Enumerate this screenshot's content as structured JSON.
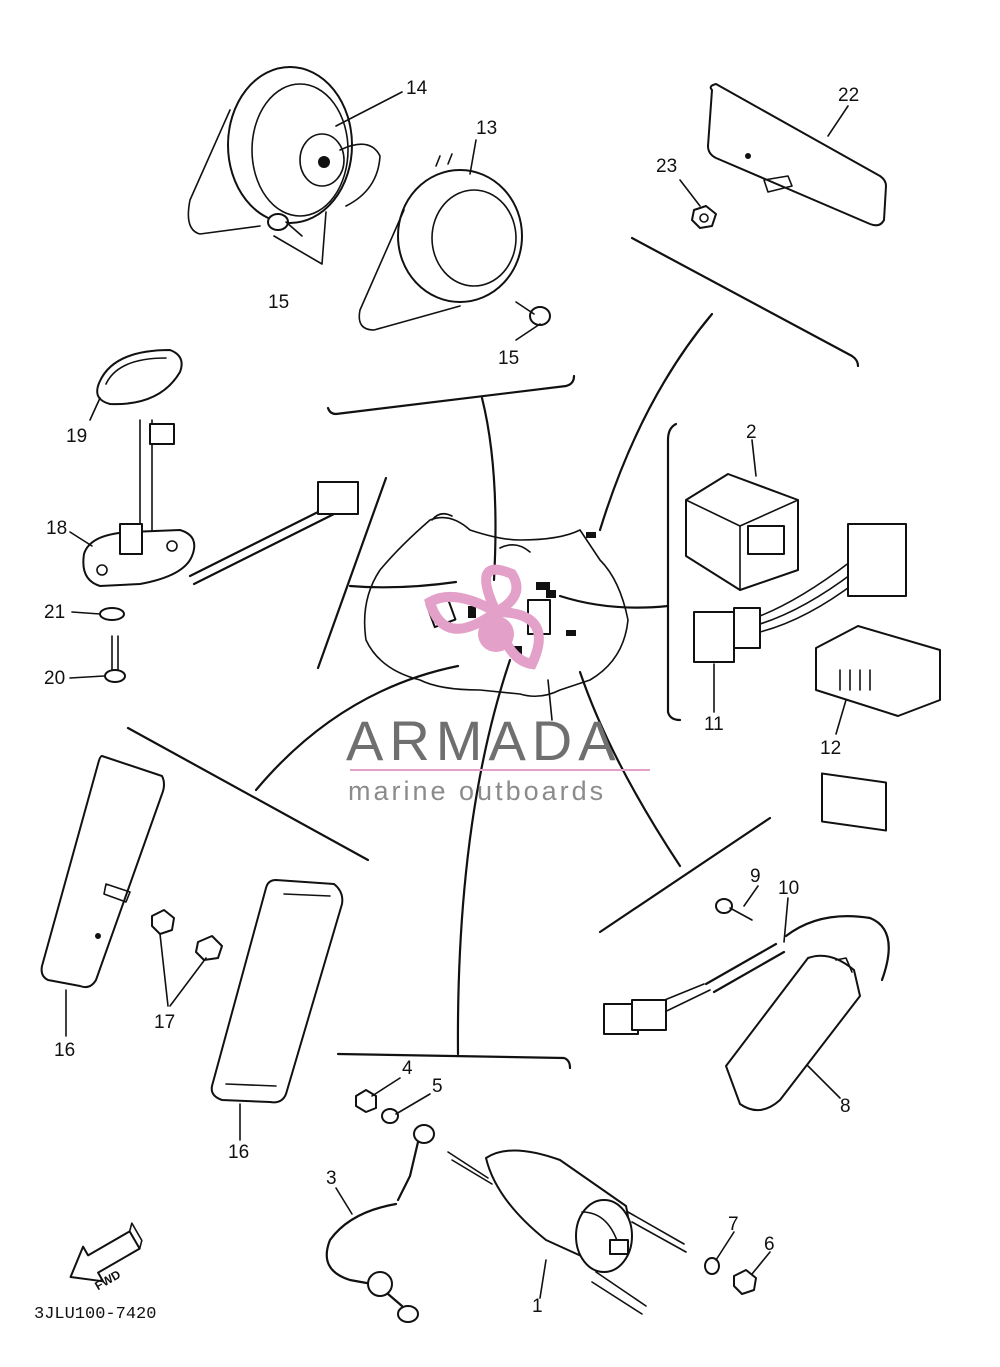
{
  "callouts": {
    "p1": "1",
    "p2": "2",
    "p3": "3",
    "p4": "4",
    "p5": "5",
    "p6": "6",
    "p7": "7",
    "p8": "8",
    "p9": "9",
    "p10": "10",
    "p11": "11",
    "p12": "12",
    "p13": "13",
    "p14": "14",
    "p15a": "15",
    "p15b": "15",
    "p16a": "16",
    "p16b": "16",
    "p17": "17",
    "p18": "18",
    "p19": "19",
    "p20": "20",
    "p21": "21",
    "p22": "22",
    "p23": "23"
  },
  "fwd_label": "FWD",
  "diagram_code": "3JLU100-7420",
  "watermark": {
    "title": "ARMADA",
    "subtitle": "marine outboards"
  },
  "colors": {
    "line": "#111111",
    "watermark_pink": "#e3a0c8",
    "watermark_gray": "#6f6f6f"
  }
}
